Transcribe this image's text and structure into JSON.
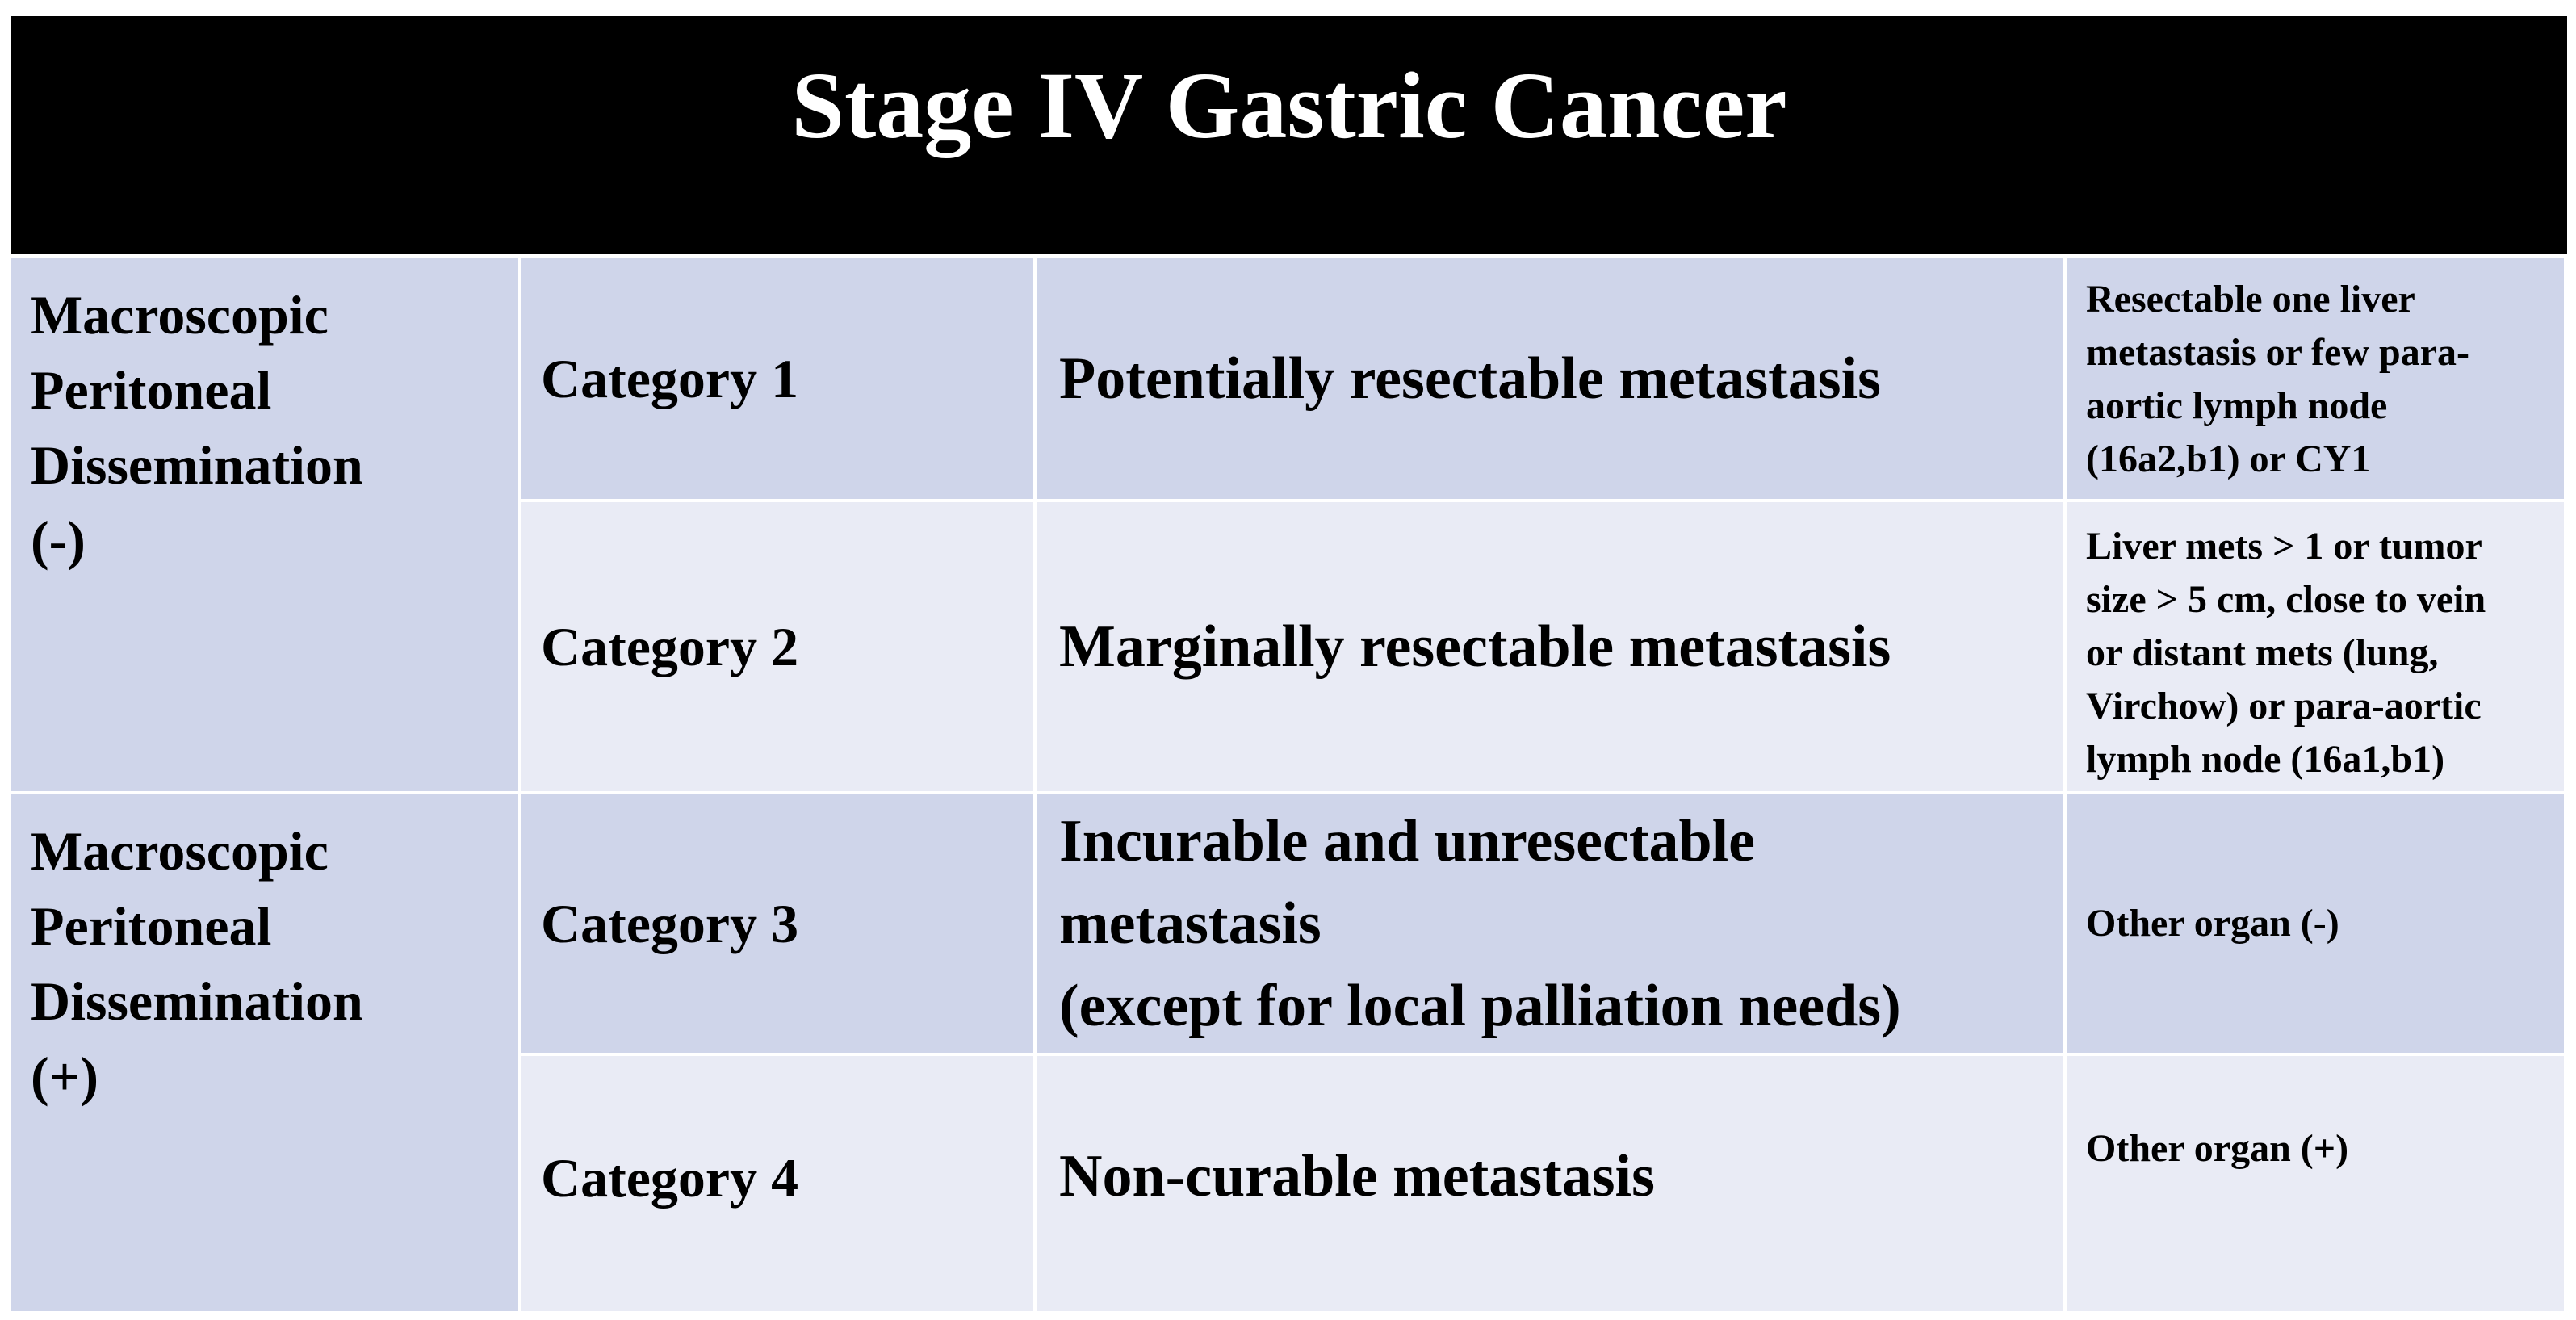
{
  "title": "Stage IV Gastric Cancer",
  "groups": [
    {
      "label_lines": [
        "Macroscopic",
        "Peritoneal",
        "Dissemination",
        "(-)"
      ]
    },
    {
      "label_lines": [
        "Macroscopic",
        "Peritoneal",
        "Dissemination",
        "(+)"
      ]
    }
  ],
  "rows": [
    {
      "category": "Category 1",
      "description_lines": [
        "Potentially resectable metastasis"
      ],
      "note_lines": [
        "Resectable one liver",
        "metastasis or few para-",
        "aortic lymph node",
        "(16a2,b1) or CY1"
      ]
    },
    {
      "category": "Category 2",
      "description_lines": [
        "Marginally resectable metastasis"
      ],
      "note_lines": [
        "Liver mets > 1 or tumor",
        "size > 5 cm, close to vein",
        "or distant mets (lung,",
        "Virchow) or para-aortic",
        "lymph node (16a1,b1)"
      ]
    },
    {
      "category": "Category 3",
      "description_lines": [
        "Incurable and unresectable",
        "metastasis",
        "(except for local palliation needs)"
      ],
      "note_lines": [
        "Other organ (-)"
      ]
    },
    {
      "category": "Category 4",
      "description_lines": [
        "Non-curable metastasis"
      ],
      "note_lines": [
        "Other organ (+)"
      ]
    }
  ],
  "colors": {
    "title_bg": "#000000",
    "title_text": "#ffffff",
    "cell_dark": "#cfd5ea",
    "cell_light": "#e9ebf5",
    "grid_line": "#ffffff"
  }
}
